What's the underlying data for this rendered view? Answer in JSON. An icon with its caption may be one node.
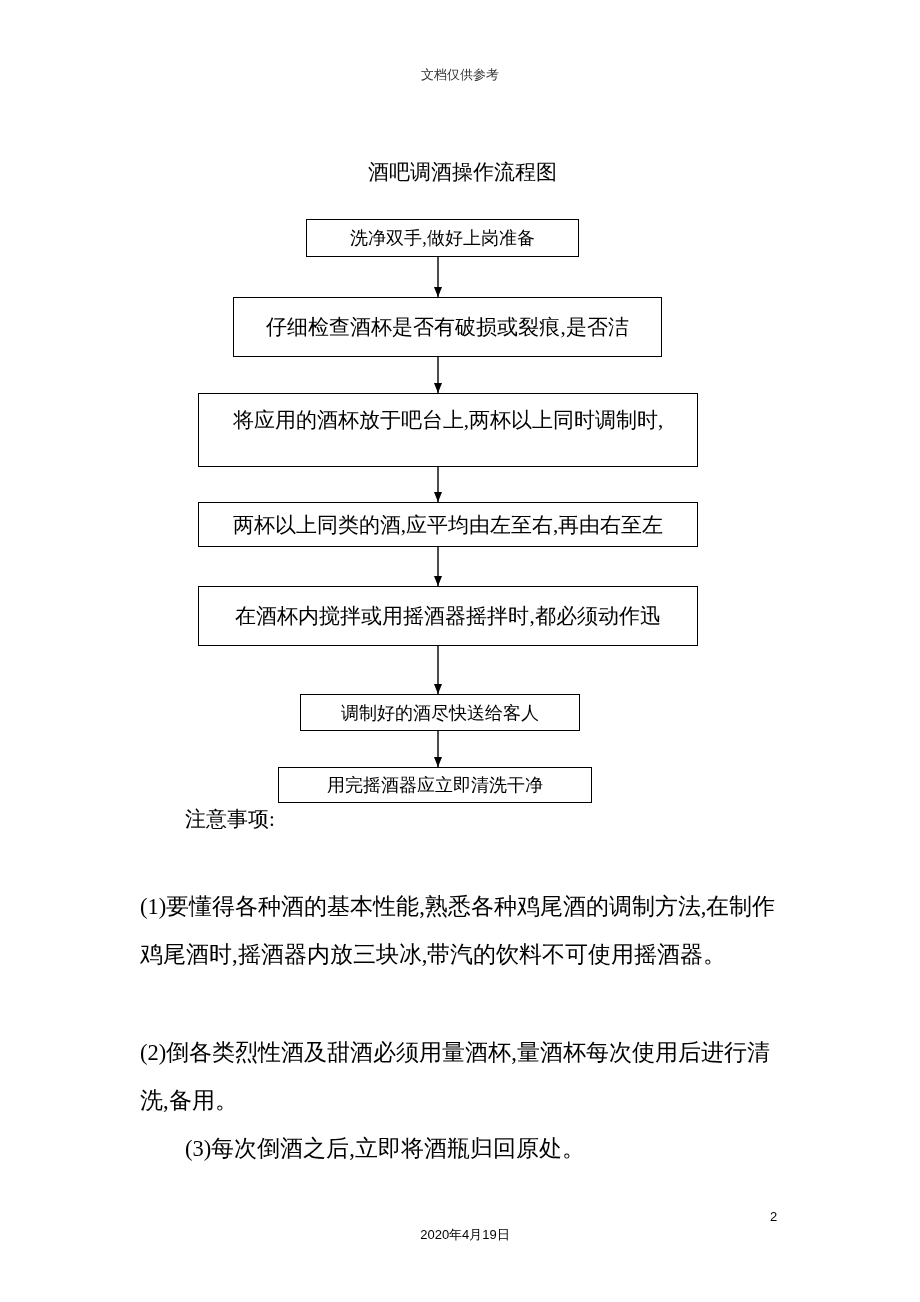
{
  "diagram": {
    "title": "酒吧调酒操作流程图",
    "nodes": [
      {
        "text": [
          "洗净双手,做好上岗准备"
        ]
      },
      {
        "text": [
          "仔细检查酒杯是否有破损或裂痕,是否洁"
        ]
      },
      {
        "text": [
          "将应用的酒杯放于吧台上,两杯以上同时调制时,"
        ]
      },
      {
        "text": [
          "两杯以上同类的酒,应平均由左至右,再由右至左"
        ]
      },
      {
        "text": [
          "在酒杯内搅拌或用摇酒器摇拌时,都必须动作迅"
        ]
      },
      {
        "text": [
          "调制好的酒尽快送给客人"
        ]
      },
      {
        "text": [
          "用完摇酒器应立即清洗干净"
        ]
      }
    ],
    "edges": [
      {
        "from": 0,
        "to": 1,
        "arrow": "to"
      },
      {
        "from": 1,
        "to": 2,
        "arrow": "to"
      },
      {
        "from": 2,
        "to": 3,
        "arrow": "to"
      },
      {
        "from": 3,
        "to": 4,
        "arrow": "to"
      },
      {
        "from": 4,
        "to": 5,
        "arrow": "to"
      },
      {
        "from": 5,
        "to": 6,
        "arrow": "to"
      }
    ],
    "labels": [
      "文档仅供参考",
      "注意事项:",
      "(1)要懂得各种酒的基本性能,熟悉各种鸡尾酒的调制方法,在制作鸡尾酒时,摇酒器内放三块冰,带汽的饮料不可使用摇酒器。",
      "(2)倒各类烈性酒及甜酒必须用量酒杯,量酒杯每次使用后进行清洗,备用。",
      "(3)每次倒酒之后,立即将酒瓶归回原处。",
      "2",
      "2020年4月19日"
    ]
  }
}
